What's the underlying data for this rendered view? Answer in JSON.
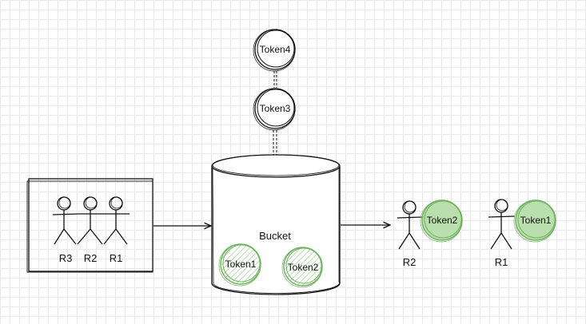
{
  "queue": {
    "people": [
      "R3",
      "R2",
      "R1"
    ]
  },
  "incoming_tokens": [
    "Token4",
    "Token3"
  ],
  "bucket": {
    "label": "Bucket",
    "tokens": [
      "Token1",
      "Token2"
    ]
  },
  "served": [
    {
      "person": "R2",
      "token": "Token2"
    },
    {
      "person": "R1",
      "token": "Token1"
    }
  ],
  "colors": {
    "stroke": "#111111",
    "token_green_stroke": "#6cb35c",
    "token_green_fill": "#b9dfae"
  }
}
